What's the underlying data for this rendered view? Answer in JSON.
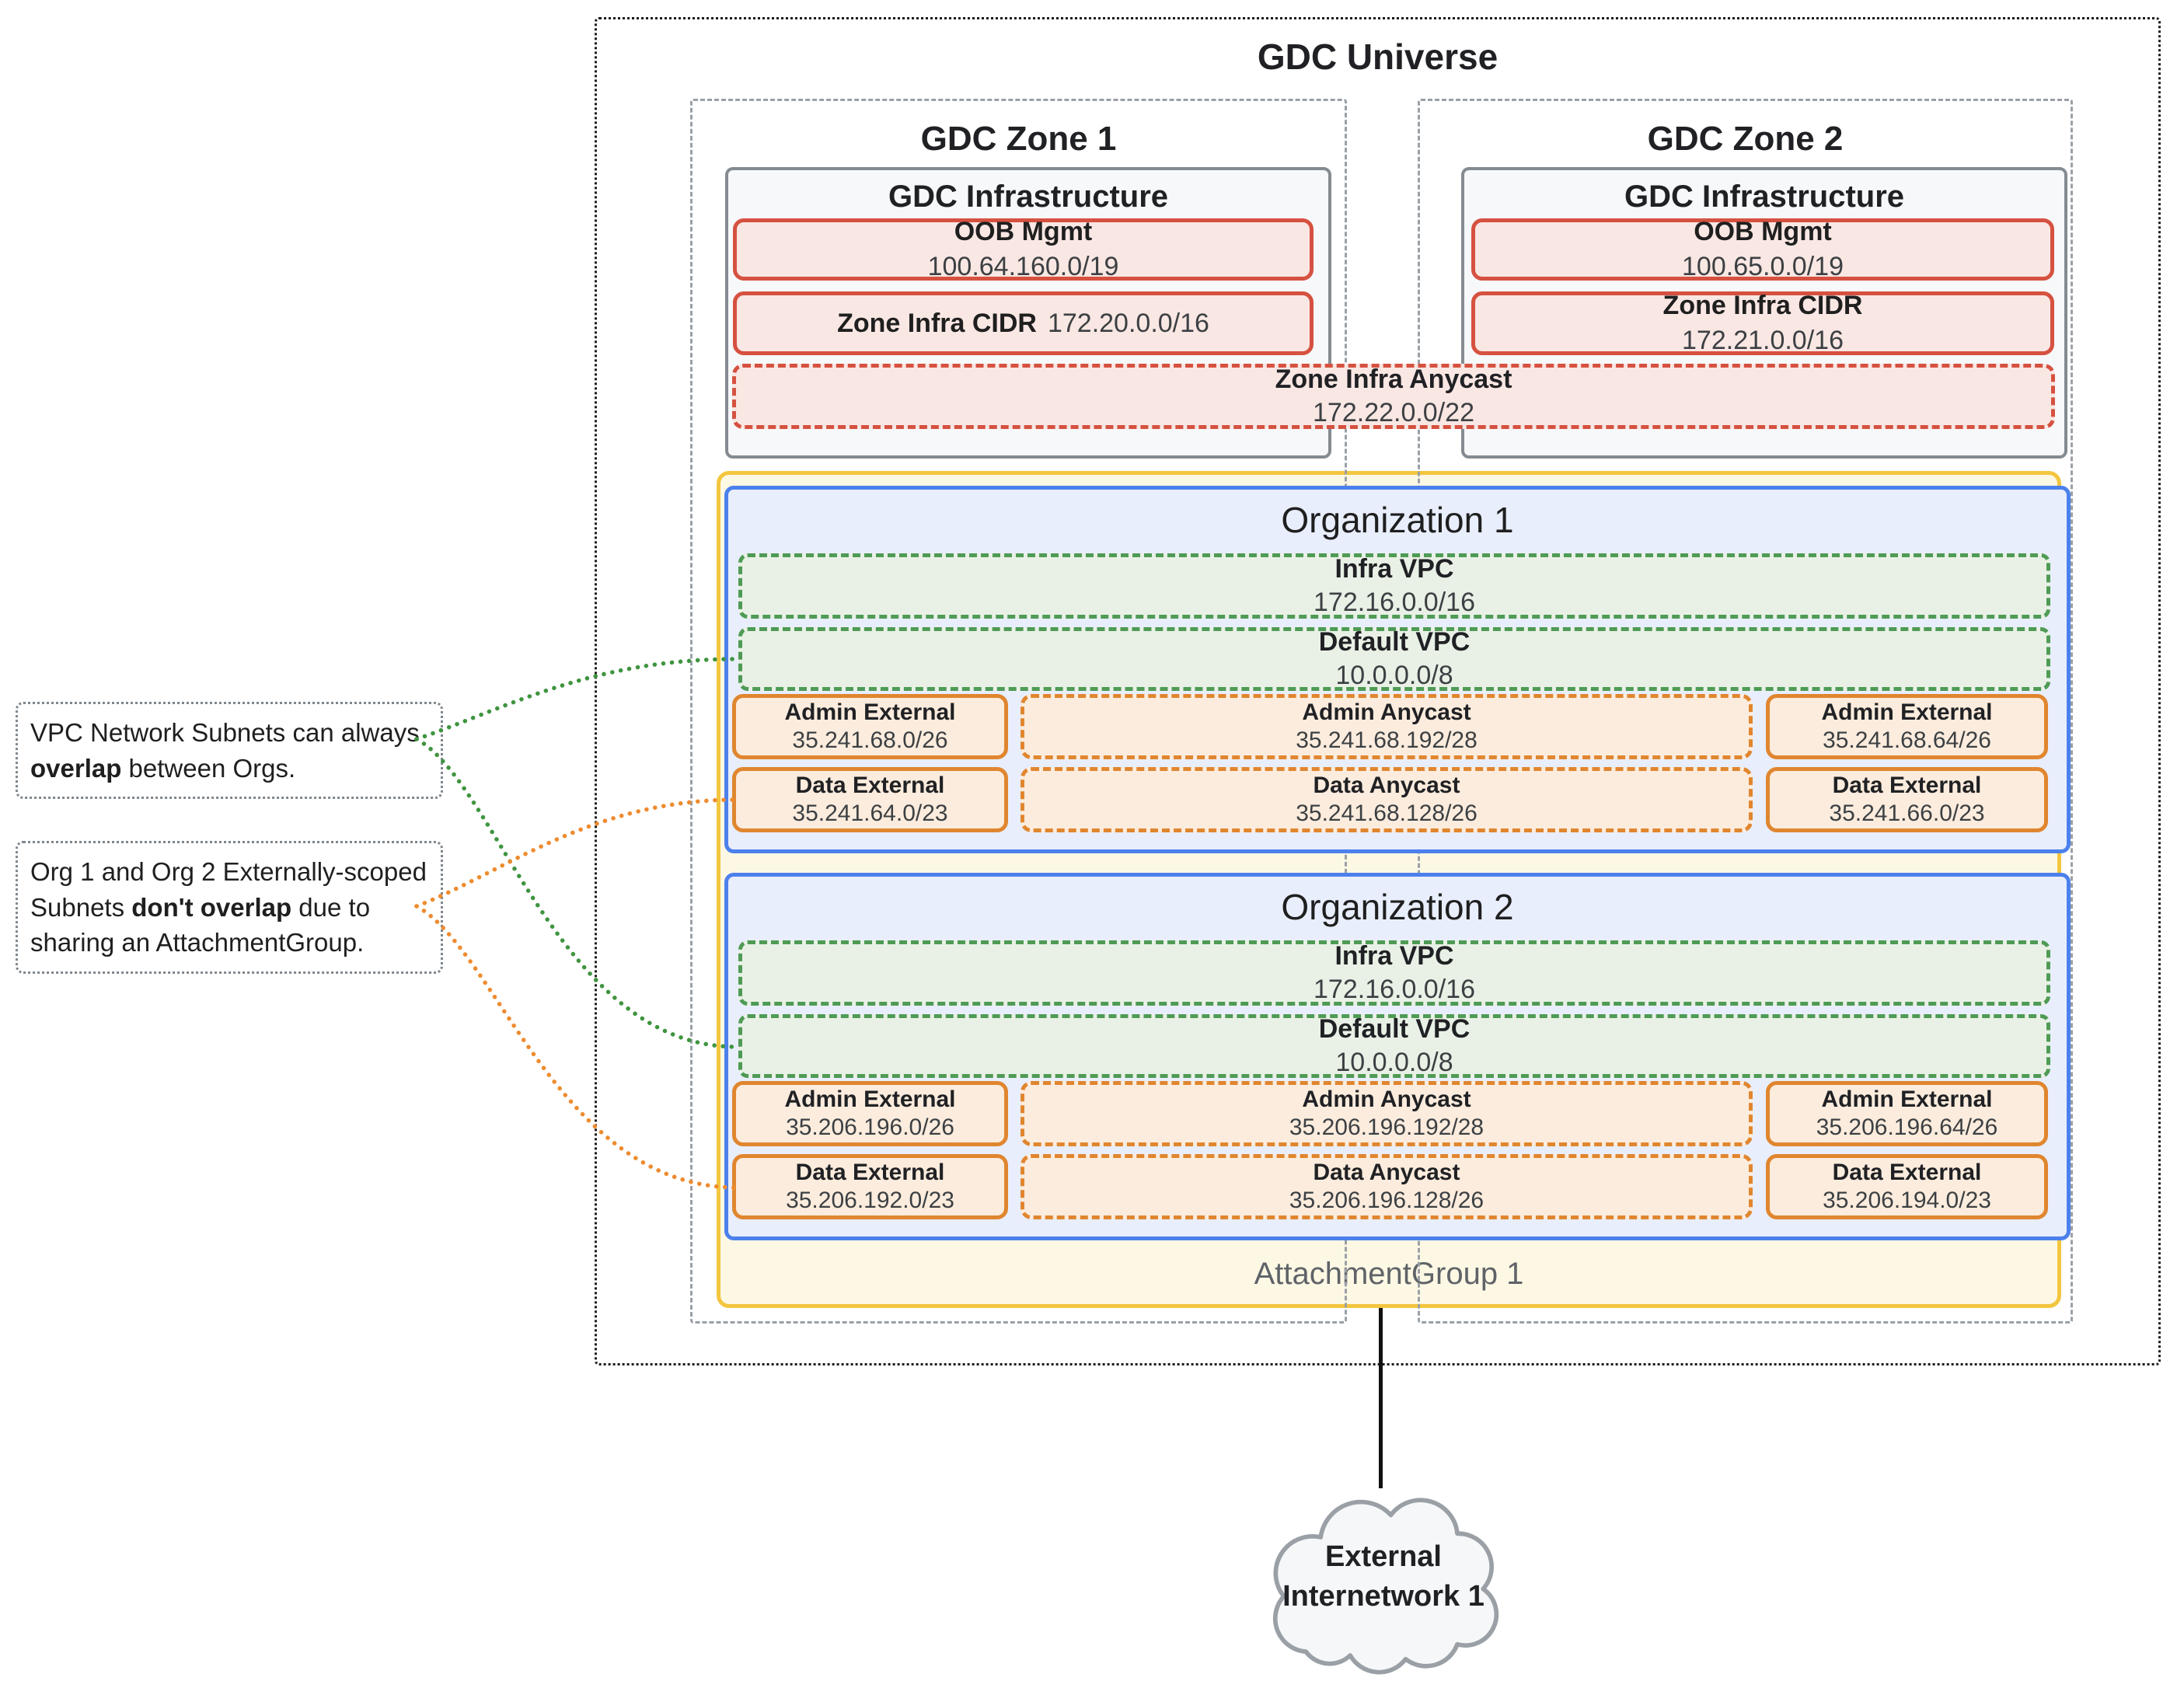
{
  "universe": {
    "title": "GDC Universe"
  },
  "zones": [
    {
      "title": "GDC Zone 1",
      "infra_title": "GDC Infrastructure",
      "oob": {
        "label": "OOB Mgmt",
        "cidr": "100.64.160.0/19"
      },
      "zone_infra": {
        "label": "Zone Infra CIDR",
        "cidr": "172.20.0.0/16"
      }
    },
    {
      "title": "GDC Zone 2",
      "infra_title": "GDC Infrastructure",
      "oob": {
        "label": "OOB Mgmt",
        "cidr": "100.65.0.0/19"
      },
      "zone_infra": {
        "label": "Zone Infra CIDR",
        "cidr": "172.21.0.0/16"
      }
    }
  ],
  "zone_anycast": {
    "label": "Zone Infra Anycast",
    "cidr": "172.22.0.0/22"
  },
  "attachment_group": {
    "label": "AttachmentGroup 1"
  },
  "organizations": [
    {
      "title": "Organization 1",
      "vpcs": [
        {
          "label": "Infra VPC",
          "cidr": "172.16.0.0/16"
        },
        {
          "label": "Default VPC",
          "cidr": "10.0.0.0/8"
        }
      ],
      "subnets": [
        {
          "label": "Admin External",
          "cidr": "35.241.68.0/26"
        },
        {
          "label": "Admin Anycast",
          "cidr": "35.241.68.192/28"
        },
        {
          "label": "Admin External",
          "cidr": "35.241.68.64/26"
        },
        {
          "label": "Data External",
          "cidr": "35.241.64.0/23"
        },
        {
          "label": "Data Anycast",
          "cidr": "35.241.68.128/26"
        },
        {
          "label": "Data External",
          "cidr": "35.241.66.0/23"
        }
      ]
    },
    {
      "title": "Organization 2",
      "vpcs": [
        {
          "label": "Infra VPC",
          "cidr": "172.16.0.0/16"
        },
        {
          "label": "Default VPC",
          "cidr": "10.0.0.0/8"
        }
      ],
      "subnets": [
        {
          "label": "Admin External",
          "cidr": "35.206.196.0/26"
        },
        {
          "label": "Admin Anycast",
          "cidr": "35.206.196.192/28"
        },
        {
          "label": "Admin External",
          "cidr": "35.206.196.64/26"
        },
        {
          "label": "Data External",
          "cidr": "35.206.192.0/23"
        },
        {
          "label": "Data Anycast",
          "cidr": "35.206.196.128/26"
        },
        {
          "label": "Data External",
          "cidr": "35.206.194.0/23"
        }
      ]
    }
  ],
  "annotations": [
    {
      "pre": "VPC Network Subnets can always ",
      "bold": "overlap",
      "post": " between Orgs."
    },
    {
      "pre": "Org 1 and Org 2 Externally-scoped Subnets ",
      "bold": "don't overlap",
      "post": " due to sharing an AttachmentGroup."
    }
  ],
  "cloud": {
    "line1": "External",
    "line2": "Internetwork 1"
  },
  "colors": {
    "red_border": "#d65140",
    "red_fill": "#f9e7e3",
    "green_border": "#4f9b55",
    "green_fill": "#e9f1e6",
    "orange_border": "#e0862f",
    "orange_fill": "#fcecdd",
    "blue_border": "#4c80ec",
    "blue_fill": "#e8eefc",
    "yellow_border": "#f3c63f",
    "yellow_fill": "#fdf8e4",
    "gray_border": "#9aa0a6",
    "gray_fill": "#f6f8f9",
    "green_connector": "#3f9440",
    "orange_connector": "#ee8b2e"
  }
}
